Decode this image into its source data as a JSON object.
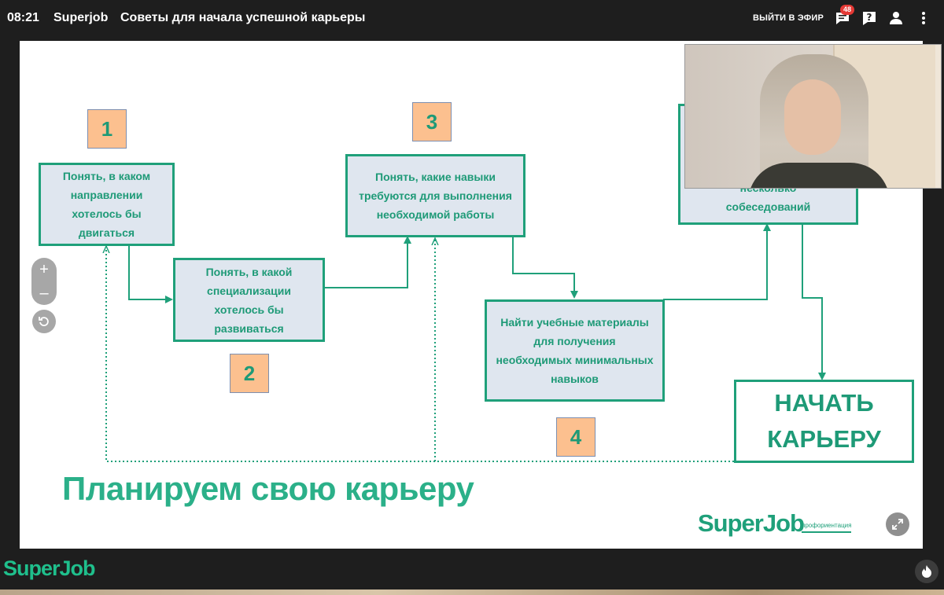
{
  "topbar": {
    "time": "08:21",
    "brand": "Superjob",
    "title": "Советы для начала успешной карьеры",
    "exit_label": "ВЫЙТИ В ЭФИР",
    "chat_count": "48",
    "icons": [
      "chat-icon",
      "help-icon",
      "user-icon",
      "more-icon"
    ]
  },
  "slide": {
    "steps": [
      {
        "number": "1",
        "text": "Понять, в каком направлении хотелось бы двигаться"
      },
      {
        "number": "2",
        "text": "Понять, в какой специализации хотелось бы развиваться"
      },
      {
        "number": "3",
        "text": "Понять, какие навыки требуются для выполнения необходимой работы"
      },
      {
        "number": "4",
        "text": "Найти учебные материалы для получения необходимых минимальных навыков"
      }
    ],
    "partial_box_lines": [
      "несколько",
      "собеседований"
    ],
    "final_box": "НАЧАТЬ КАРЬЕРУ",
    "headline": "Планируем свою карьеру",
    "logo": "SuperJob",
    "logo_sub": "профориентация"
  },
  "zoom": {
    "plus": "+",
    "minus": "–"
  },
  "bottombar": {
    "logo": "SuperJob"
  },
  "colors": {
    "accent": "#1fa07a",
    "box_fill": "#dfe6ef",
    "number_fill": "#fcc08f",
    "badge": "#e53935"
  }
}
